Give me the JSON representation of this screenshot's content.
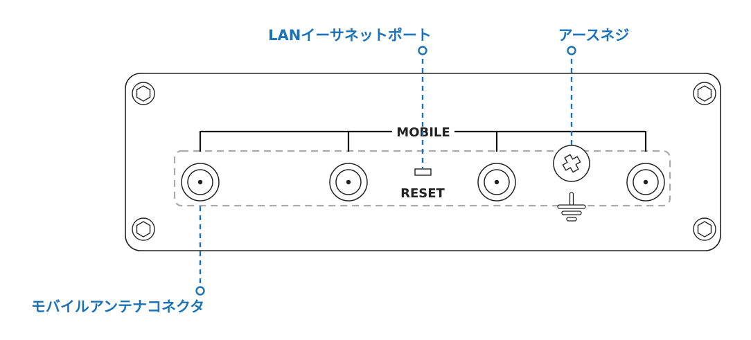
{
  "colors": {
    "callout": "#1a73b8",
    "outline": "#222222",
    "dashed_box": "#aaaaaa",
    "background": "#ffffff"
  },
  "panel": {
    "group_label": "MOBILE",
    "reset_label": "RESET",
    "connector_count": 4,
    "screw_icon": "hex-socket-screw-icon",
    "earth_screw_icon": "phillips-screw-icon",
    "ground_icon": "ground-symbol-icon"
  },
  "callouts": {
    "lan": {
      "label": "LANイーサネットポート"
    },
    "earth": {
      "label": "アースネジ"
    },
    "mobile_antenna": {
      "label": "モバイルアンテナコネクタ"
    }
  }
}
